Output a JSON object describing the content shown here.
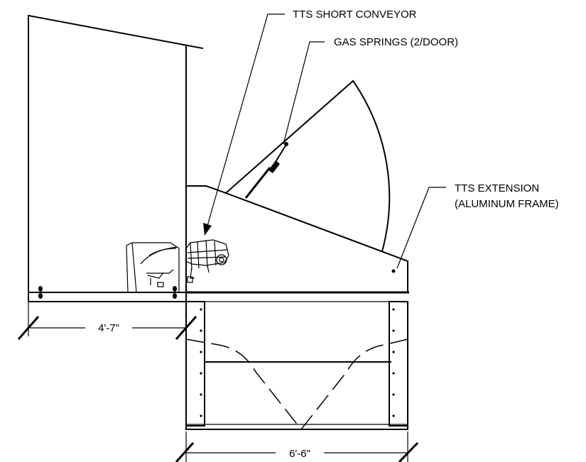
{
  "callouts": {
    "short_conveyor": "TTS SHORT CONVEYOR",
    "gas_springs": "GAS SPRINGS (2/DOOR)",
    "extension_line1": "TTS EXTENSION",
    "extension_line2": "(ALUMINUM FRAME)"
  },
  "dimensions": {
    "left_width": "4'-7\"",
    "right_width": "6'-6\""
  }
}
